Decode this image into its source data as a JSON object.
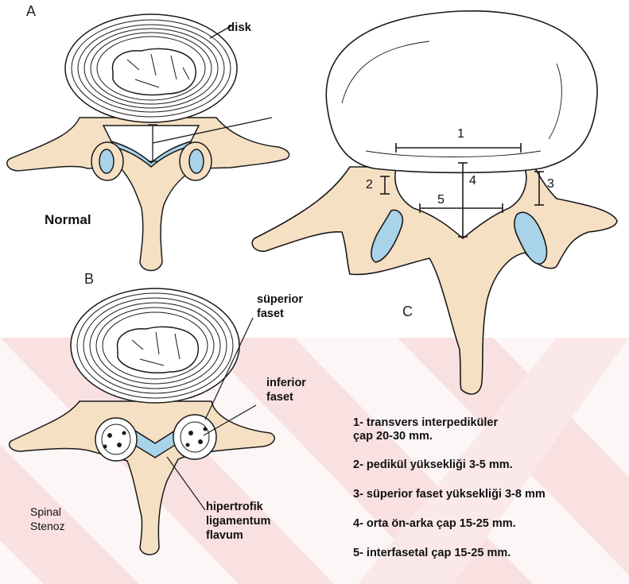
{
  "panels": {
    "a": "A",
    "b": "B",
    "c": "C"
  },
  "labels": {
    "disk": "disk",
    "normal": "Normal",
    "superior_line1": "süperior",
    "superior_line2": "faset",
    "inferior_line1": "inferior",
    "inferior_line2": "faset",
    "spinal_line1": "Spinal",
    "spinal_line2": "Stenoz",
    "hyper_line1": "hipertrofik",
    "hyper_line2": "ligamentum",
    "hyper_line3": "flavum"
  },
  "measure_numbers": [
    "1",
    "2",
    "3",
    "4",
    "5"
  ],
  "legend": [
    {
      "line1": "1- transvers interpediküler",
      "line2": "çap 20-30 mm."
    },
    {
      "line1": "2- pedikül yüksekliği 3-5 mm."
    },
    {
      "line1": "3- süperior faset yüksekliği 3-8 mm"
    },
    {
      "line1": "4- orta ön-arka çap 15-25 mm."
    },
    {
      "line1": "5- interfasetal çap 15-25 mm."
    }
  ],
  "colors": {
    "bone": "#f6e0c4",
    "facet_cartilage": "#a9d3e8",
    "outline": "#1a1a1a",
    "watermark": "#f7d6d8"
  }
}
